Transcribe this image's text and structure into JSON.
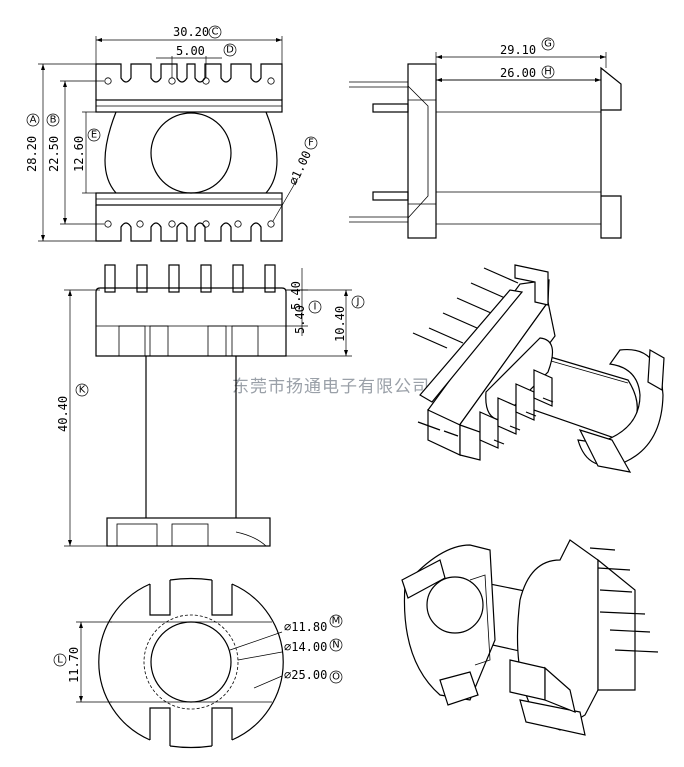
{
  "watermark": "东莞市扬通电子有限公司",
  "dimensions": {
    "A": {
      "label": "A",
      "value": "28.20"
    },
    "B": {
      "label": "B",
      "value": "22.50"
    },
    "C": {
      "label": "C",
      "value": "30.20"
    },
    "D": {
      "label": "D",
      "value": "5.00"
    },
    "E": {
      "label": "E",
      "value": "12.60"
    },
    "F": {
      "label": "F",
      "value": "⌀1.00"
    },
    "G": {
      "label": "G",
      "value": "29.10"
    },
    "H": {
      "label": "H",
      "value": "26.00"
    },
    "I": {
      "label": "I",
      "value": "5.40"
    },
    "J": {
      "label": "J",
      "value": "10.40"
    },
    "K": {
      "label": "K",
      "value": "40.40"
    },
    "L": {
      "label": "L",
      "value": "11.70"
    },
    "M": {
      "label": "M",
      "value": "⌀11.80"
    },
    "N": {
      "label": "N",
      "value": "⌀14.00"
    },
    "O": {
      "label": "O",
      "value": "⌀25.00"
    }
  }
}
